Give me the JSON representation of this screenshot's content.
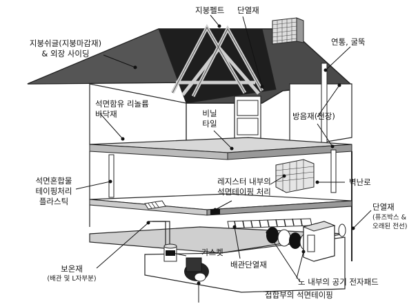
{
  "labels": {
    "roof_felt": "지붕펠트",
    "insulation_top": "단열재",
    "shingles_line1": "지붕쉬글(지붕마감재)",
    "shingles_line2": "& 외장 사이딩",
    "flue_chimney": "연통, 굴뚝",
    "floor_tile_line1": "석면함유 리놀륨",
    "floor_tile_line2": "바닥재",
    "vinyl_line1": "비닐",
    "vinyl_line2": "타일",
    "ceiling_acoustic": "방음재(천장)",
    "plaster_line1": "석면혼합물",
    "plaster_line2": "테이핑처리",
    "plaster_line3": "플라스틱",
    "register_line1": "레지스터 내부의",
    "register_line2": "석면테이핑 처리",
    "wall_heater": "벽난로",
    "insulation_right": "단열재",
    "fuse_line1": "(퓨즈박스 &",
    "fuse_line2": "오래된 전선)",
    "gasket": "가스켓",
    "pipe_insulation": "배관단열재",
    "boiler_insul": "보온재",
    "boiler_insul_sub": "(배관 및 L자부분)",
    "furnace_pad": "노 내부의 공기 전자패드",
    "joint_tape": "접합부의 석면테이핑"
  }
}
